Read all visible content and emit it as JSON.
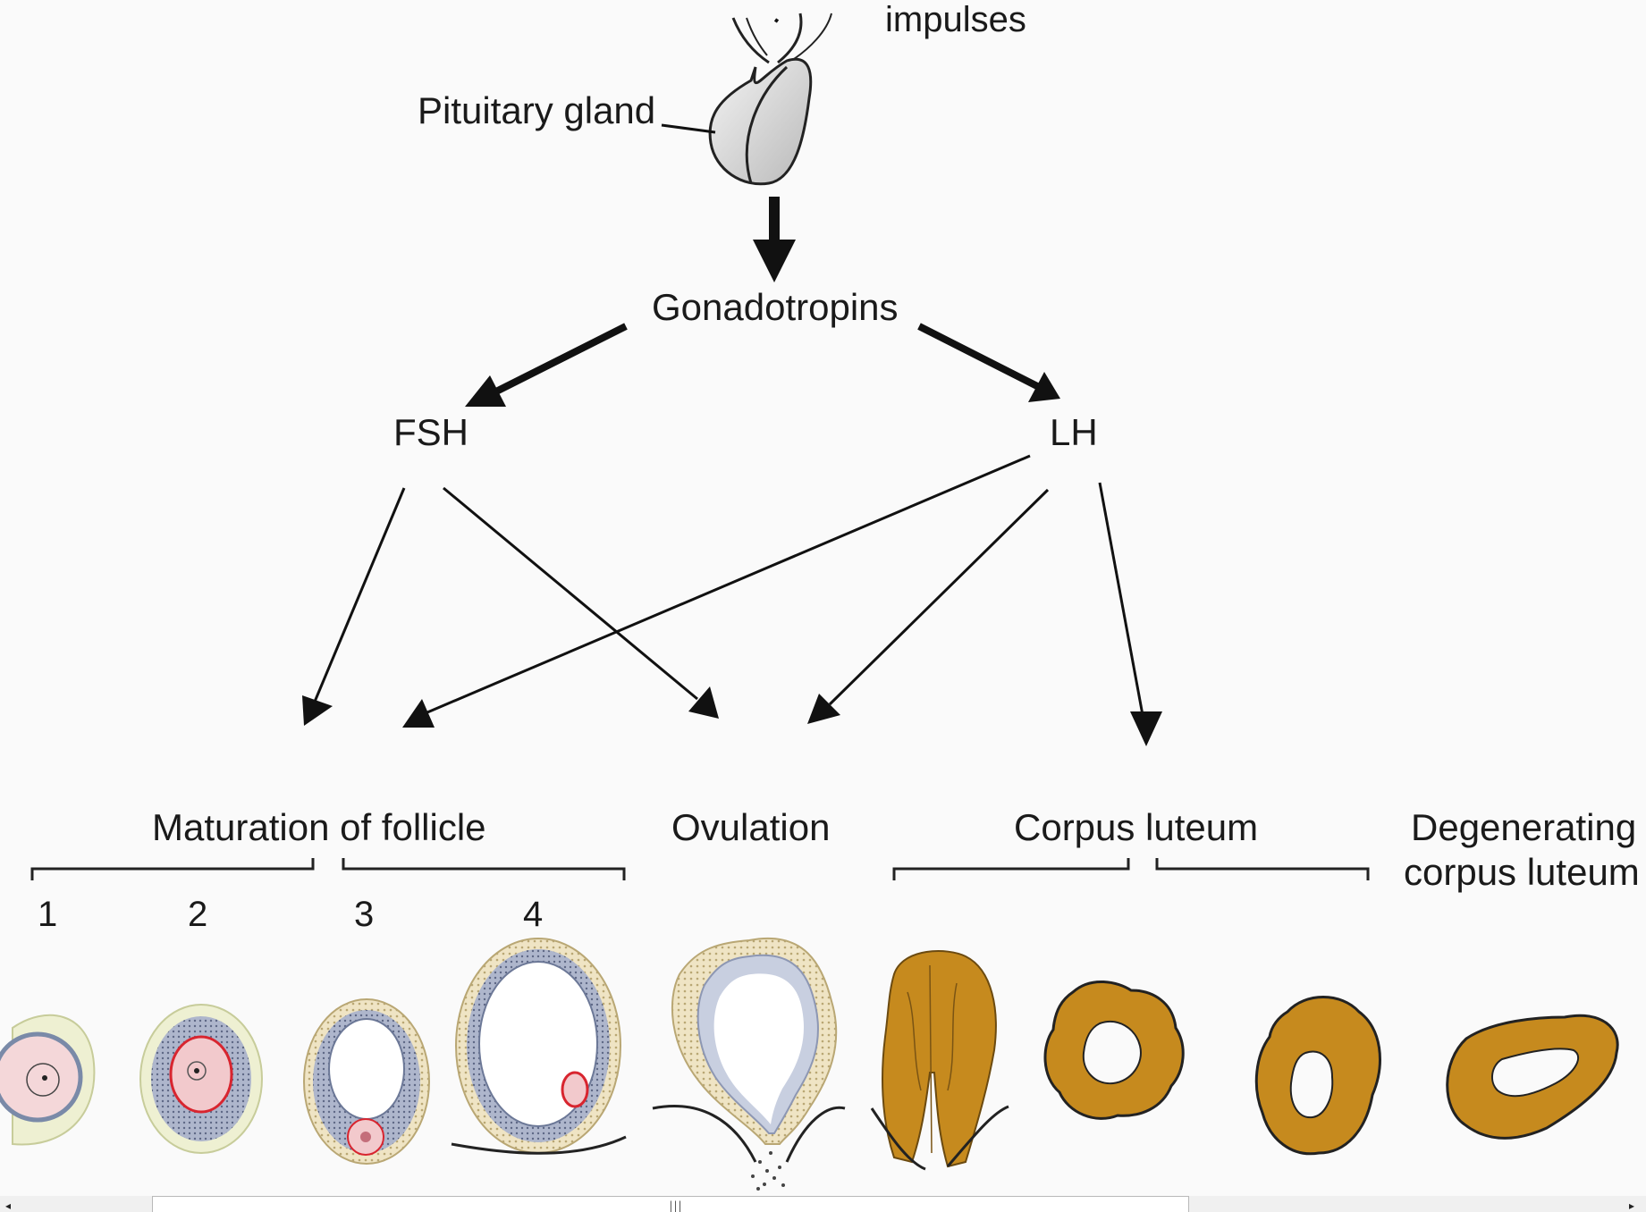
{
  "labels": {
    "impulses": "impulses",
    "pituitary": "Pituitary gland",
    "gonadotropins": "Gonadotropins",
    "fsh": "FSH",
    "lh": "LH",
    "maturation": "Maturation of follicle",
    "ovulation": "Ovulation",
    "corpus_luteum": "Corpus luteum",
    "degenerating_1": "Degenerating",
    "degenerating_2": "corpus luteum"
  },
  "stage_numbers": [
    "1",
    "2",
    "3",
    "4"
  ],
  "scrollbar": {
    "grip": "|||",
    "left_arrow": "◂",
    "right_arrow": "▸"
  },
  "colors": {
    "follicle_pink": "#f6d6d8",
    "granulosa_blue": "#9aa3bd",
    "theca_cream": "#efe1bd",
    "oocyte_red": "#d8252f",
    "corpus_luteum": "#c68a1e",
    "arrow": "#111111"
  }
}
